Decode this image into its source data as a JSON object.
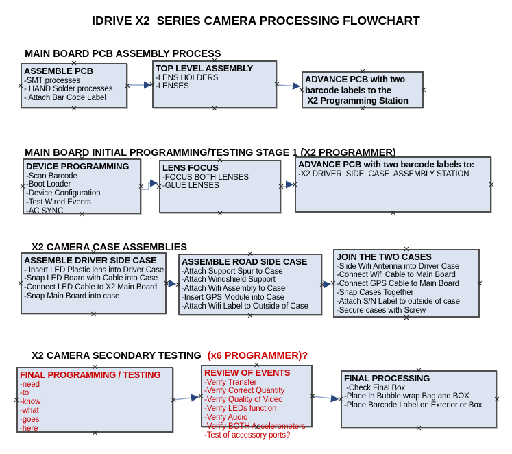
{
  "title": "IDRIVE X2  SERIES CAMERA PROCESSING FLOWCHART",
  "colors": {
    "box_fill": "#dce4f2",
    "box_border": "#4f4f4f",
    "red_text": "#cc0000",
    "arrow_line": "#8ea6cc",
    "arrow_head": "#27477e",
    "text": "#000000"
  },
  "sections": [
    {
      "header": "MAIN BOARD PCB ASSEMBLY PROCESS",
      "header_accent": "",
      "boxes": [
        {
          "title": [
            "ASSEMBLE PCB"
          ],
          "items": [
            "-SMT processes",
            "- HAND Solder processes",
            "- Attach Bar Code Label"
          ]
        },
        {
          "title": [
            "TOP LEVEL ASSEMBLY"
          ],
          "items": [
            "-LENS HOLDERS",
            "-LENSES"
          ]
        },
        {
          "title": [
            "ADVANCE PCB with two",
            "barcode labels to the",
            " X2 Programming Station"
          ],
          "items": []
        }
      ]
    },
    {
      "header": "MAIN BOARD INITIAL PROGRAMMING/TESTING STAGE 1 (X2 PROGRAMMER)",
      "header_accent": "",
      "boxes": [
        {
          "title": [
            "DEVICE PROGRAMMING"
          ],
          "items": [
            "-Scan Barcode",
            "-Boot Loader",
            "-Device Configuration",
            "-Test Wired Events",
            "-AC SYNC"
          ]
        },
        {
          "title": [
            "LENS FOCUS"
          ],
          "items": [
            "-FOCUS BOTH LENSES",
            "-GLUE LENSES"
          ]
        },
        {
          "title": [
            "ADVANCE PCB with two barcode labels to:"
          ],
          "items": [
            "-X2 DRIVER  SIDE  CASE  ASSEMBLY STATION"
          ]
        }
      ]
    },
    {
      "header": "X2 CAMERA CASE ASSEMBLIES",
      "header_accent": "",
      "boxes": [
        {
          "title": [
            "ASSEMBLE DRIVER SIDE CASE"
          ],
          "items": [
            "- Insert LED Plastic lens into Driver Case",
            "-Snap LED Board with Cable into Case",
            "-Connect LED Cable to X2 Main Board",
            "-Snap Main Board into case"
          ]
        },
        {
          "title": [
            "ASSEMBLE ROAD SIDE CASE"
          ],
          "items": [
            "-Attach Support Spur to Case",
            "-Attach Windshield Support",
            "-Attach Wifi Assembly to Case",
            "-Insert GPS Module into Case",
            "-Attach Wifi Label to Outside of Case"
          ]
        },
        {
          "title": [
            "JOIN THE TWO CASES"
          ],
          "items": [
            "-Slide Wifi Antenna into Driver Case",
            "-Connect Wifi Cable to Main Board",
            "-Connect GPS Cable to Main Board",
            "-Snap Cases Together",
            "-Attach S/N Label to outside of case",
            "-Secure cases with Screw"
          ]
        }
      ]
    },
    {
      "header": "X2 CAMERA SECONDARY TESTING",
      "header_accent": "(x6 PROGRAMMER)?",
      "boxes": [
        {
          "title": [
            "FINAL PROGRAMMING / TESTING"
          ],
          "items": [
            "-need",
            "-to",
            "-know",
            "-what",
            "-goes",
            "-here"
          ]
        },
        {
          "title": [
            "REVIEW OF EVENTS"
          ],
          "items": [
            "-Verify Transfer",
            "-Verify Correct Quantity",
            "-Verify Quality of Video",
            "-Verify LEDs function",
            "-Verify Audio",
            "-Verify BOTH Accelerometers",
            "-Test of accessory ports?"
          ]
        },
        {
          "title": [
            "FINAL PROCESSING"
          ],
          "items": [
            " -Check Final Box",
            "-Place In Bubble wrap Bag and BOX",
            "-Place Barcode Label on Exterior or Box"
          ]
        }
      ]
    }
  ]
}
